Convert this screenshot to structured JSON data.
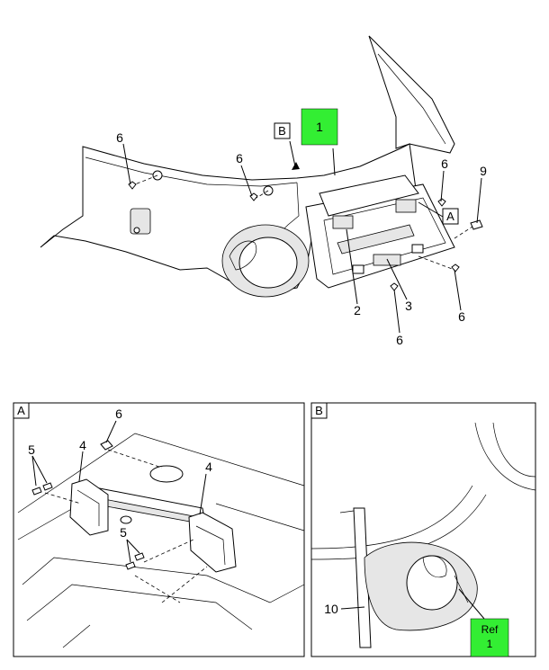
{
  "main_view": {
    "callout_1": "1",
    "view_a_tag": "A",
    "view_b_tag": "B",
    "labels": {
      "l6a": "6",
      "l6b": "6",
      "l6c": "6",
      "l6d": "6",
      "l6e": "6",
      "l9": "9",
      "l2": "2",
      "l3": "3"
    }
  },
  "detail_a": {
    "tag": "A",
    "labels": {
      "l6": "6",
      "l5a": "5",
      "l5b": "5",
      "l4a": "4",
      "l4b": "4"
    }
  },
  "detail_b": {
    "tag": "B",
    "label_10": "10",
    "ref_line1": "Ref",
    "ref_line2": "1"
  },
  "colors": {
    "callout_green": "#33ee33",
    "line": "#000000",
    "shade": "#e6e6e6"
  }
}
